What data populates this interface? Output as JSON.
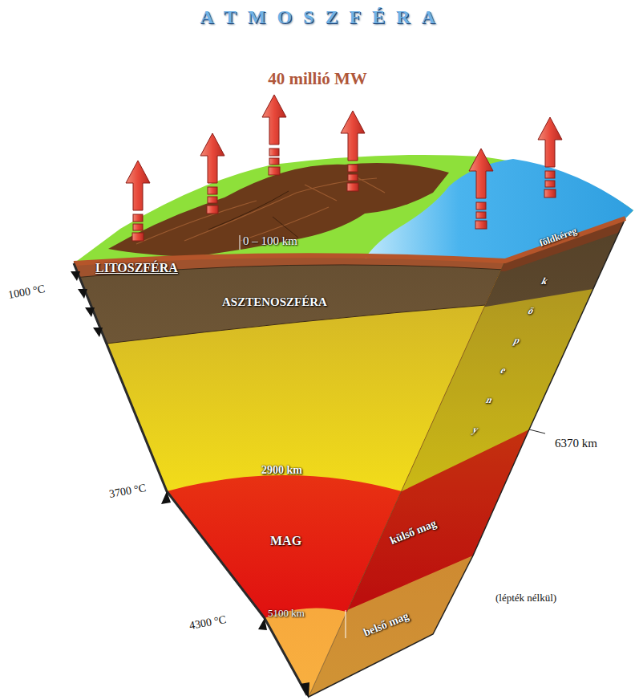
{
  "diagram": {
    "title": "ATMOSZFÉRA",
    "nodes": [
      {
        "text": [
          "LITOSZFÉRA"
        ]
      },
      {
        "text": [
          "ASZTENOSZFÉRA"
        ]
      },
      {
        "text": [
          "MAG"
        ]
      }
    ],
    "labels": [
      "40 millió MW",
      "0 – 100 km",
      "1000 °C",
      "földkéreg",
      "köpeny",
      "6370 km",
      "2900 km",
      "3700 °C",
      "külső mag",
      "5100 km",
      "4300 °C",
      "belső mag",
      "(lépték nélkül)"
    ]
  }
}
